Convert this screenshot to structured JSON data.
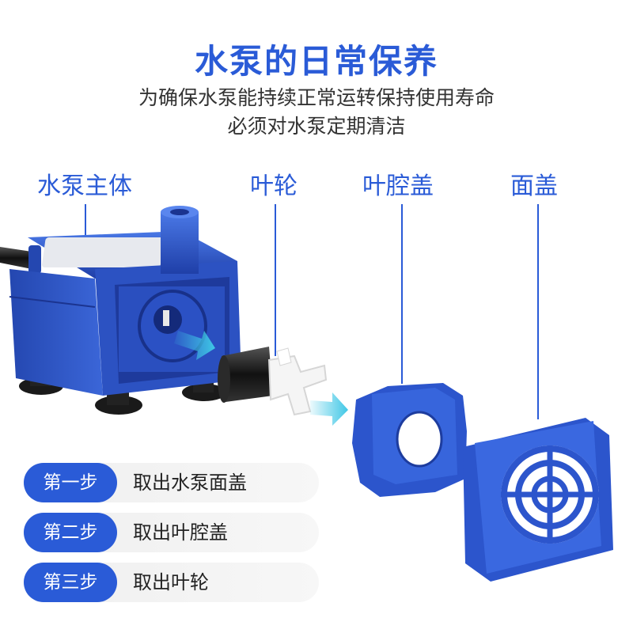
{
  "header": {
    "title": "水泵的日常保养",
    "subtitle_line1": "为确保水泵能持续正常运转保持使用寿命",
    "subtitle_line2": "必须对水泵定期清洁"
  },
  "parts": [
    {
      "label": "水泵主体"
    },
    {
      "label": "叶轮"
    },
    {
      "label": "叶腔盖"
    },
    {
      "label": "面盖"
    }
  ],
  "steps": [
    {
      "badge": "第一步",
      "text": "取出水泵面盖"
    },
    {
      "badge": "第二步",
      "text": "取出叶腔盖"
    },
    {
      "badge": "第三步",
      "text": "取出叶轮"
    }
  ],
  "colors": {
    "accent": "#2a5bd7",
    "pump_blue": "#2f57c8",
    "arrow": "#3fc7e6",
    "step_bg": "#f2f2f2"
  }
}
